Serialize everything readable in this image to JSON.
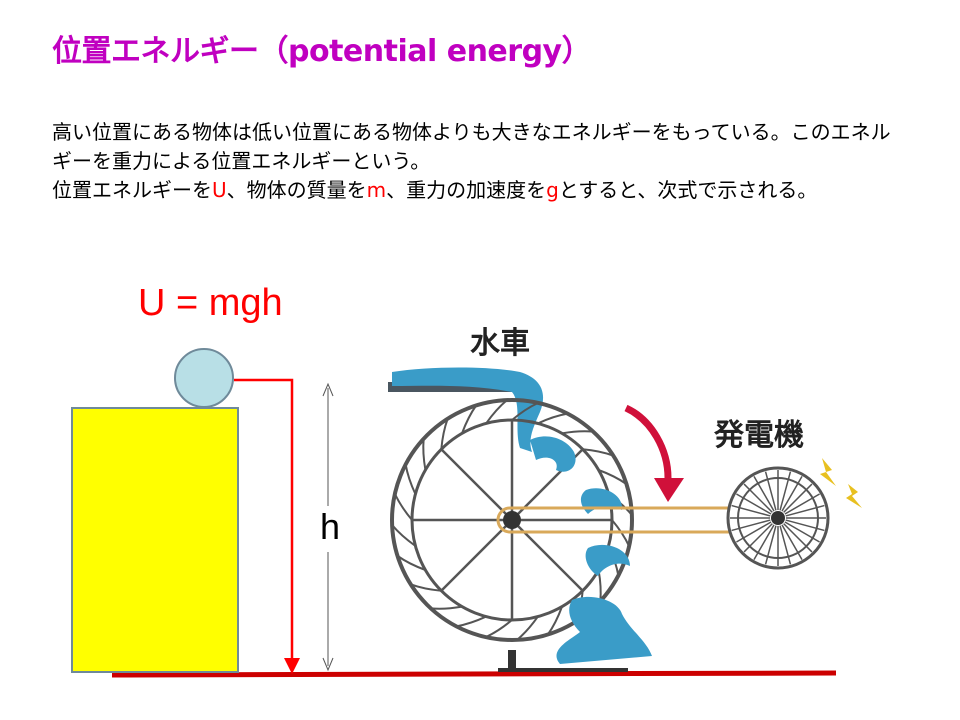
{
  "title": "位置エネルギー（potential energy）",
  "paragraph": {
    "line1": "高い位置にある物体は低い位置にある物体よりも大きなエネルギーをもっている。このエネルギーを重力による位置エネルギーという。",
    "line2_a": "位置エネルギーを",
    "var_U": "U",
    "line2_b": "、物体の質量を",
    "var_m": "m",
    "line2_c": "、重力の加速度を",
    "var_g": "g",
    "line2_d": "とすると、次式で示される。"
  },
  "formula": "U = mgh",
  "height_label": "h",
  "labels": {
    "water_wheel": "水車",
    "generator": "発電機"
  },
  "colors": {
    "title": "#c000c0",
    "highlight": "#ff0000",
    "block": "#ffff00",
    "ball": "#b8dfe6",
    "ground": "#cc0000",
    "water": "#3a9cc8",
    "arrow": "#d0103a"
  }
}
